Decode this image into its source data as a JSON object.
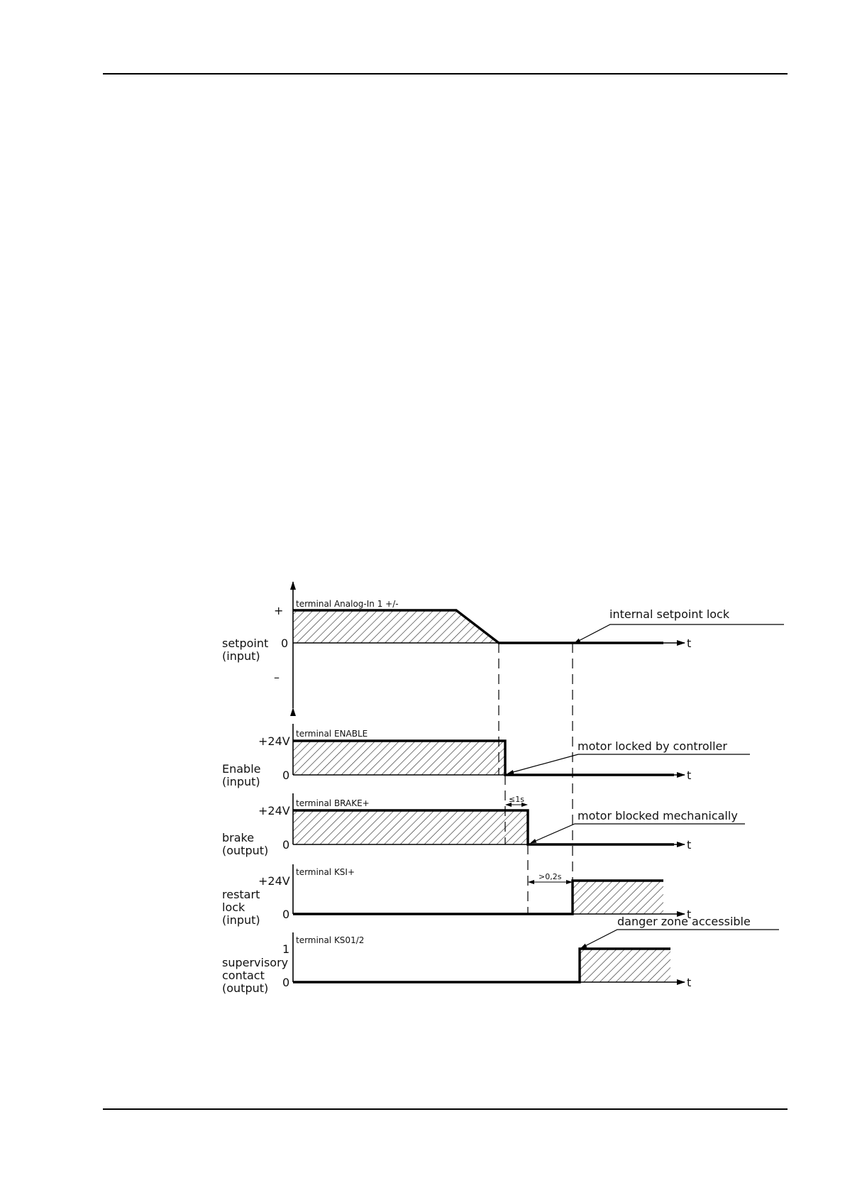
{
  "diagram": {
    "signals": [
      {
        "id": "setpoint",
        "label_lines": [
          "setpoint",
          "(input)"
        ],
        "terminal": "terminal Analog-In 1 +/-",
        "levels": [
          "+",
          "0",
          "–"
        ]
      },
      {
        "id": "enable",
        "label_lines": [
          "Enable",
          "(input)"
        ],
        "terminal": "terminal ENABLE",
        "levels": [
          "+24V",
          "0"
        ]
      },
      {
        "id": "brake",
        "label_lines": [
          "brake",
          "(output)"
        ],
        "terminal": "terminal BRAKE+",
        "levels": [
          "+24V",
          "0"
        ]
      },
      {
        "id": "restart",
        "label_lines": [
          "restart",
          "lock",
          "(input)"
        ],
        "terminal": "terminal KSI+",
        "levels": [
          "+24V",
          "0"
        ]
      },
      {
        "id": "supervisory",
        "label_lines": [
          "supervisory",
          "contact",
          "(output)"
        ],
        "terminal": "terminal KS01/2",
        "levels": [
          "1",
          "0"
        ]
      }
    ],
    "time_axis_label": "t",
    "annotations": {
      "internal_setpoint_lock": "internal setpoint lock",
      "motor_locked": "motor locked by controller",
      "motor_blocked": "motor blocked mechanically",
      "danger_zone": "danger zone accessible"
    },
    "intervals": {
      "brake_delay": "≤1s",
      "restart_delay": ">0,2s"
    }
  }
}
